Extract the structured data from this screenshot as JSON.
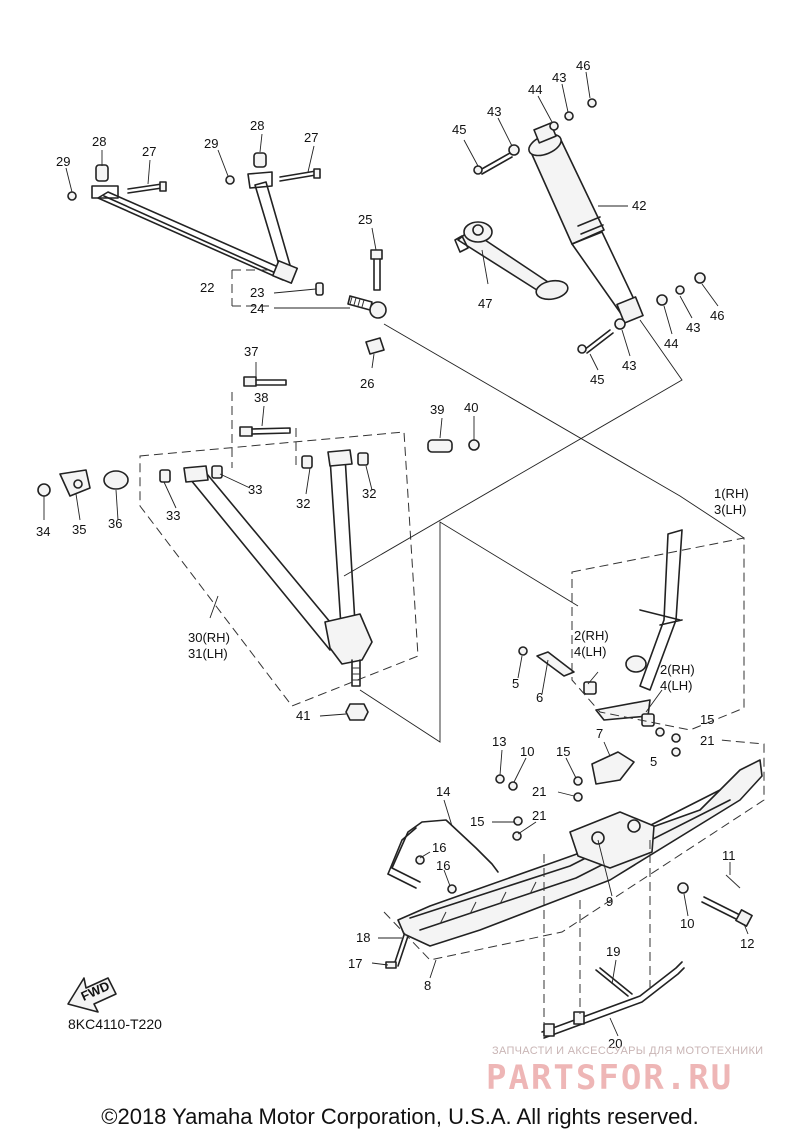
{
  "callouts": [
    {
      "n": "29"
    },
    {
      "n": "28"
    },
    {
      "n": "27"
    },
    {
      "n": "29"
    },
    {
      "n": "28"
    },
    {
      "n": "27"
    },
    {
      "n": "25"
    },
    {
      "n": "22"
    },
    {
      "n": "23"
    },
    {
      "n": "24"
    },
    {
      "n": "26"
    },
    {
      "n": "45"
    },
    {
      "n": "43"
    },
    {
      "n": "44"
    },
    {
      "n": "43"
    },
    {
      "n": "46"
    },
    {
      "n": "42"
    },
    {
      "n": "47"
    },
    {
      "n": "46"
    },
    {
      "n": "43"
    },
    {
      "n": "44"
    },
    {
      "n": "45"
    },
    {
      "n": "43"
    },
    {
      "n": "37"
    },
    {
      "n": "38"
    },
    {
      "n": "39"
    },
    {
      "n": "40"
    },
    {
      "n": "33"
    },
    {
      "n": "33"
    },
    {
      "n": "32"
    },
    {
      "n": "32"
    },
    {
      "n": "34"
    },
    {
      "n": "35"
    },
    {
      "n": "36"
    },
    {
      "n": "30(RH)"
    },
    {
      "n": "31(LH)"
    },
    {
      "n": "41"
    },
    {
      "n": "1(RH)"
    },
    {
      "n": "3(LH)"
    },
    {
      "n": "2(RH)"
    },
    {
      "n": "4(LH)"
    },
    {
      "n": "2(RH)"
    },
    {
      "n": "4(LH)"
    },
    {
      "n": "5"
    },
    {
      "n": "6"
    },
    {
      "n": "7"
    },
    {
      "n": "15"
    },
    {
      "n": "21"
    },
    {
      "n": "5"
    },
    {
      "n": "13"
    },
    {
      "n": "10"
    },
    {
      "n": "15"
    },
    {
      "n": "21"
    },
    {
      "n": "14"
    },
    {
      "n": "15"
    },
    {
      "n": "21"
    },
    {
      "n": "16"
    },
    {
      "n": "16"
    },
    {
      "n": "9"
    },
    {
      "n": "11"
    },
    {
      "n": "10"
    },
    {
      "n": "12"
    },
    {
      "n": "18"
    },
    {
      "n": "17"
    },
    {
      "n": "8"
    },
    {
      "n": "19"
    },
    {
      "n": "20"
    }
  ],
  "fwd_label": "FWD",
  "reference_code": "8KC4110-T220",
  "copyright": "©2018 Yamaha Motor Corporation, U.S.A. All rights reserved.",
  "watermark": {
    "caption": "ЗАПЧАСТИ И АКСЕССУАРЫ ДЛЯ МОТОТЕХНИКИ",
    "logo": "PARTSFOR.RU"
  }
}
